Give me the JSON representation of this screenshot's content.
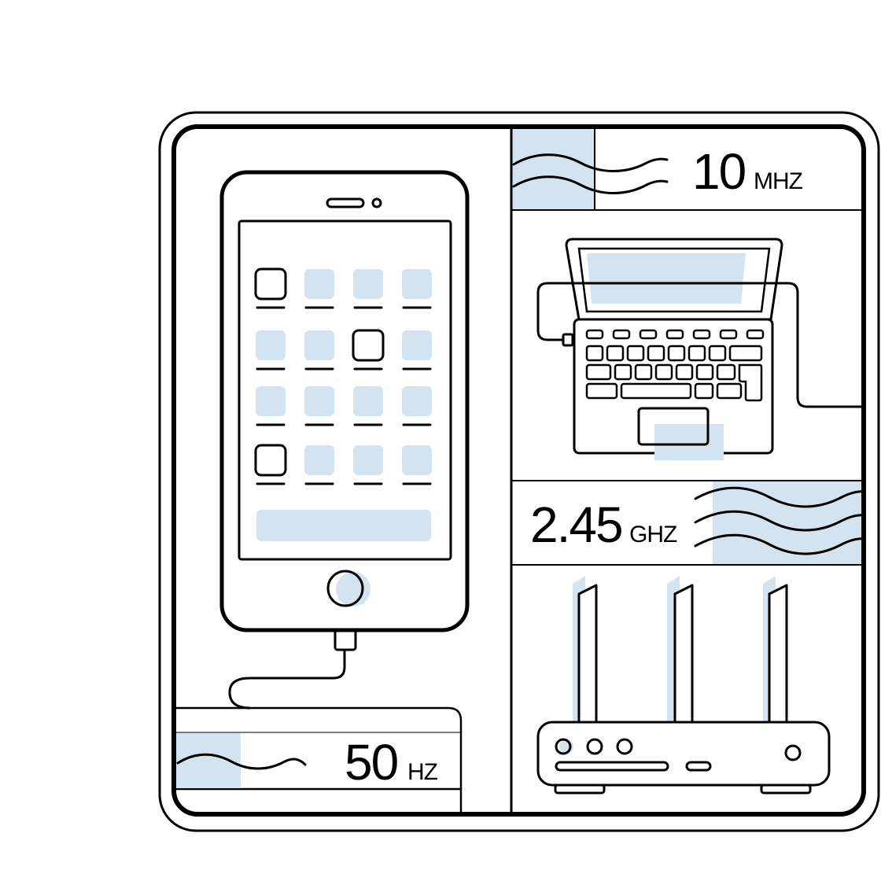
{
  "colors": {
    "stroke": "#000000",
    "accent": "#d4e3f0",
    "background": "#ffffff"
  },
  "labels": {
    "mhz": {
      "value": "10",
      "unit": "MHZ"
    },
    "ghz": {
      "value": "2.45",
      "unit": "GHZ"
    },
    "hz": {
      "value": "50",
      "unit": "HZ"
    }
  },
  "icons": {
    "phone": "smartphone-icon",
    "laptop": "laptop-icon",
    "router": "wifi-router-icon",
    "wave": "wave-icon",
    "cable": "charging-cable-icon"
  }
}
